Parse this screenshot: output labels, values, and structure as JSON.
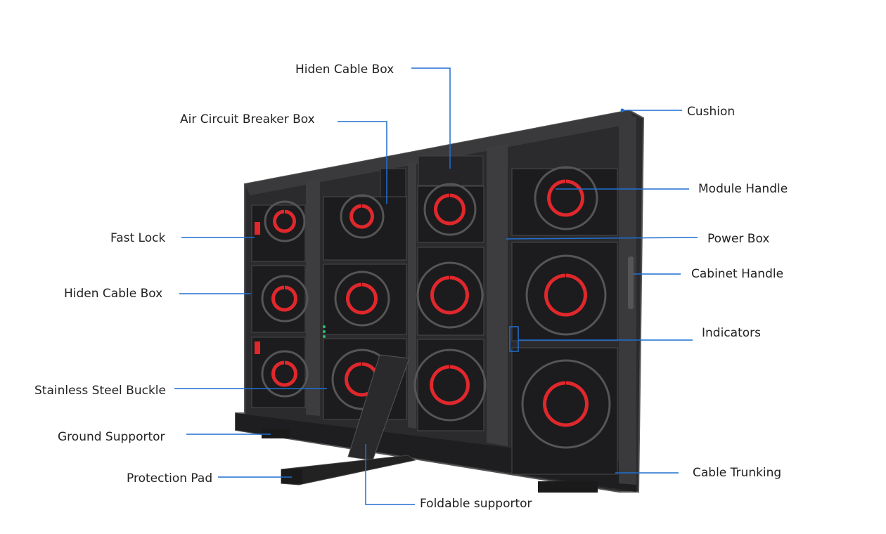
{
  "title": "LED cabinet component diagram",
  "accent_color": "#1f6fd1",
  "labels": {
    "hidden_cable_box_top": "Hiden Cable Box",
    "air_circuit_breaker_box": "Air Circuit Breaker Box",
    "cushion": "Cushion",
    "module_handle": "Module Handle",
    "fast_lock": "Fast Lock",
    "power_box": "Power Box",
    "cabinet_handle": "Cabinet Handle",
    "hidden_cable_box_left": "Hiden Cable Box",
    "indicators": "Indicators",
    "stainless_steel_buckle": "Stainless Steel Buckle",
    "ground_supportor": "Ground Supportor",
    "protection_pad": "Protection Pad",
    "foldable_supportor": "Foldable supportor",
    "cable_trunking": "Cable Trunking"
  }
}
